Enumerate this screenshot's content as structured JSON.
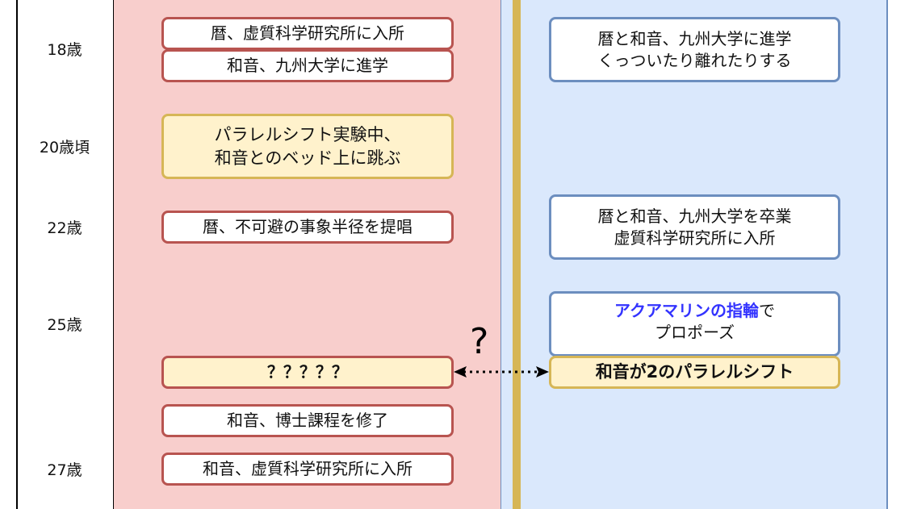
{
  "ages": [
    "18歳",
    "20歳頃",
    "22歳",
    "25歳",
    "27歳"
  ],
  "left_events": [
    "暦、虚質科学研究所に入所",
    "和音、九州大学に進学",
    "パラレルシフト実験中、\n和音とのベッド上に跳ぶ",
    "暦、不可避の事象半径を提唱",
    "？？？？？",
    "和音、博士課程を修了",
    "和音、虚質科学研究所に入所"
  ],
  "right_events": {
    "e1": "暦と和音、九州大学に進学\nくっついたり離れたりする",
    "e2": "暦と和音、九州大学を卒業\n虚質科学研究所に入所",
    "e3_highlight": "アクアマリンの指輪",
    "e3_rest1": "で",
    "e3_rest2": "プロポーズ",
    "e4": "和音が2のパラレルシフト"
  },
  "question_mark": "?"
}
